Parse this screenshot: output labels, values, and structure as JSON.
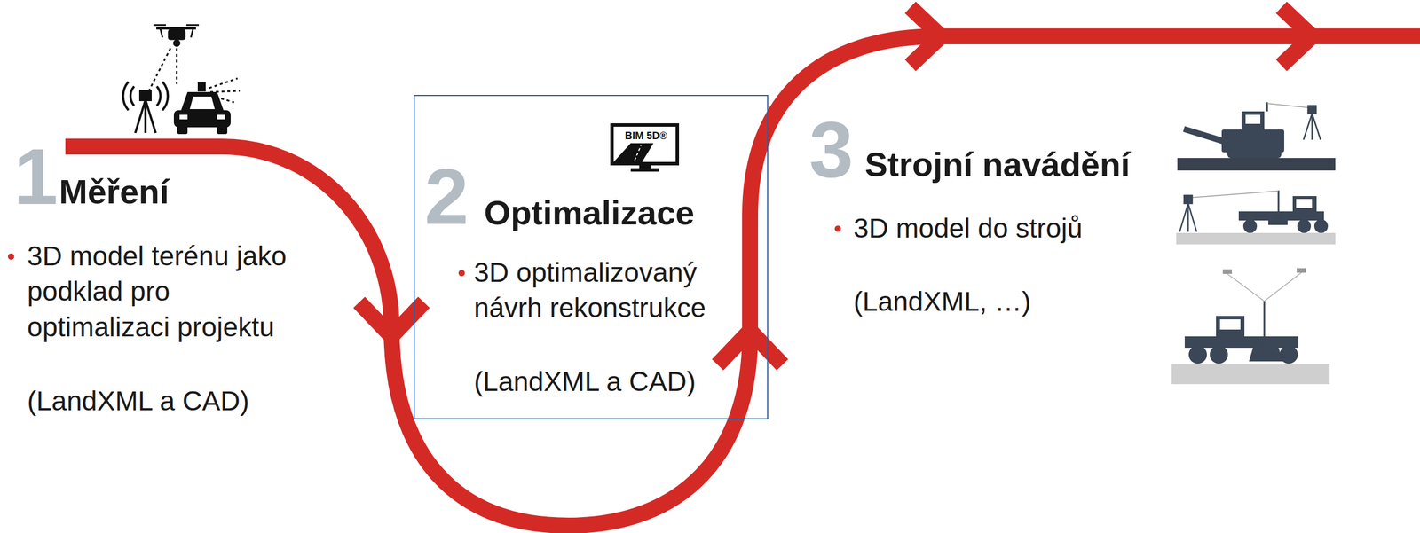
{
  "diagram": {
    "nodes": [
      {
        "text": [
          "BIM 5D®",
          "2",
          "Optimalizace",
          "3D optimalizovaný návrh rekonstrukce",
          "(LandXML a CAD)"
        ]
      }
    ],
    "labels": [
      "1",
      "Měření",
      "3D model terénu jako podklad pro optimalizaci projektu",
      "(LandXML a CAD)",
      "3",
      "Strojní navádění",
      "3D model do strojů",
      "(LandXML, …)"
    ]
  }
}
